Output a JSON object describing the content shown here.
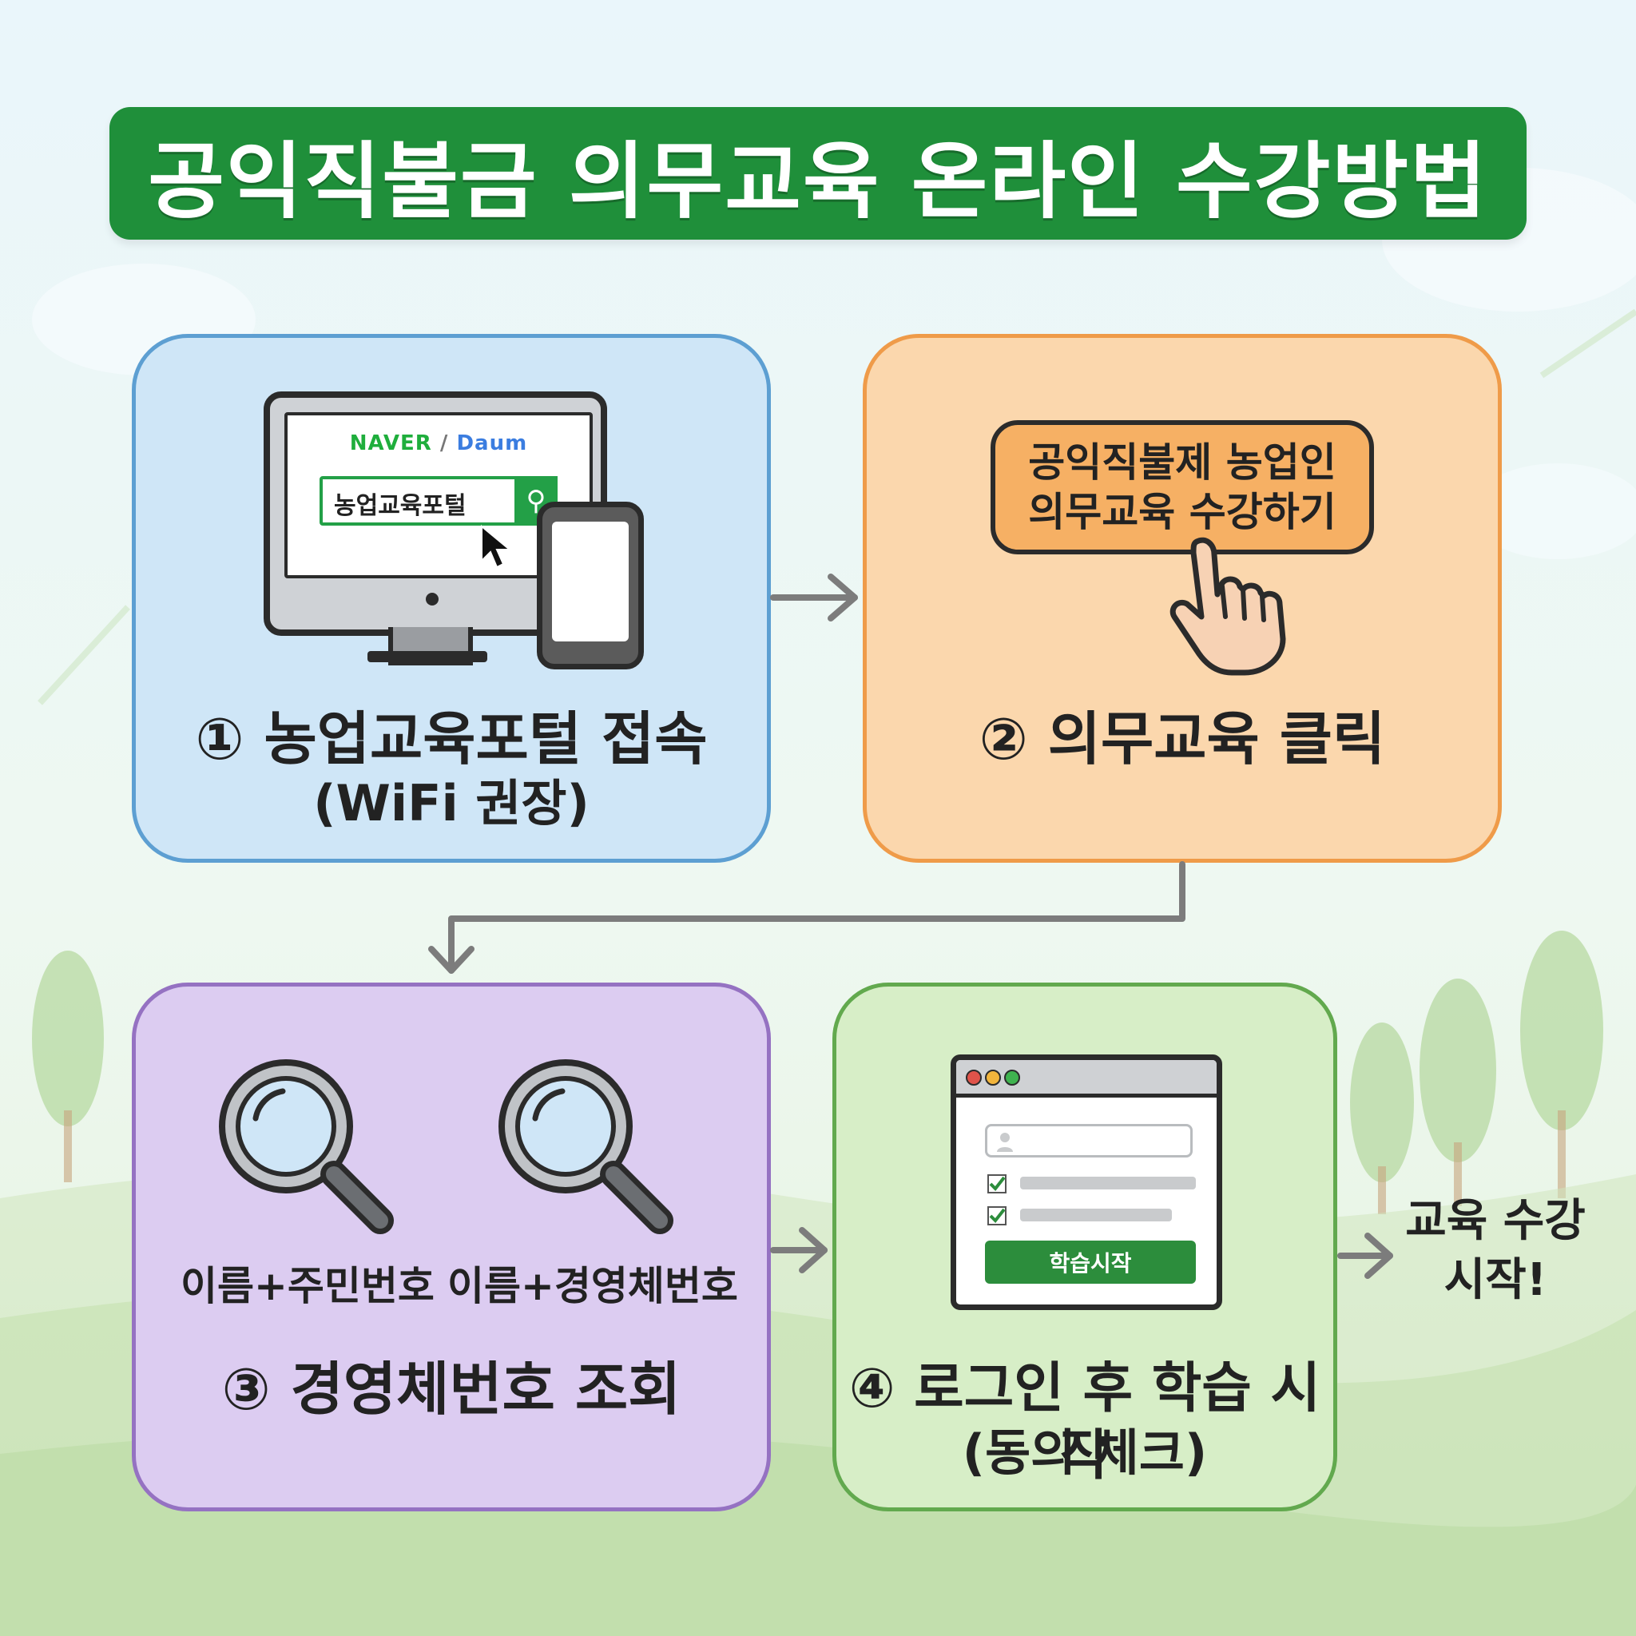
{
  "title": "공익직불금 의무교육 온라인 수강방법",
  "steps": [
    {
      "label": "① 농업교육포털 접속",
      "sub": "(WiFi 권장)",
      "brand_naver": "NAVER",
      "brand_slash": "/",
      "brand_daum": "Daum",
      "search_text": "농업교육포털"
    },
    {
      "label": "② 의무교육 클릭",
      "button_line1": "공익직불제 농업인",
      "button_line2": "의무교육 수강하기"
    },
    {
      "label": "③ 경영체번호 조회",
      "option1": "이름+주민번호",
      "option2": "이름+경영체번호"
    },
    {
      "label": "④ 로그인 후 학습 시작",
      "sub": "(동의 체크)",
      "start_button": "학습시작"
    }
  ],
  "final": {
    "line1": "교육 수강",
    "line2": "시작!"
  },
  "colors": {
    "banner": "#1f8f3a",
    "step1": "#cfe6f7",
    "step2": "#fbd7ad",
    "step3": "#dcccf1",
    "step4": "#d7eec7"
  }
}
